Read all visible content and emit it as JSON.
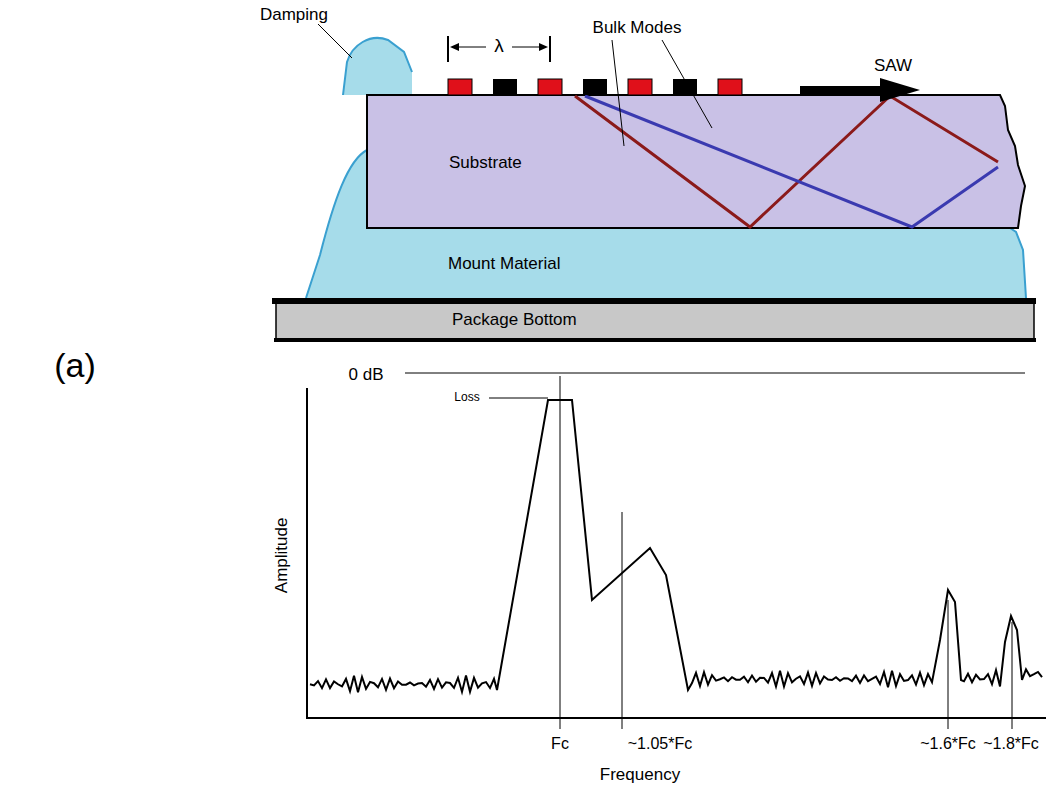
{
  "diagram": {
    "nodes": [
      {
        "text": [
          "Substrate"
        ]
      },
      {
        "text": [
          "Mount Material"
        ]
      },
      {
        "text": [
          "Package Bottom"
        ]
      }
    ],
    "labels": [
      "Damping",
      "λ",
      "Bulk Modes",
      "SAW",
      "(a)",
      "0 dB",
      "Loss",
      "Amplitude",
      "Fc",
      "~1.05*Fc",
      "~1.6*Fc",
      "~1.8*Fc",
      "Frequency"
    ]
  }
}
